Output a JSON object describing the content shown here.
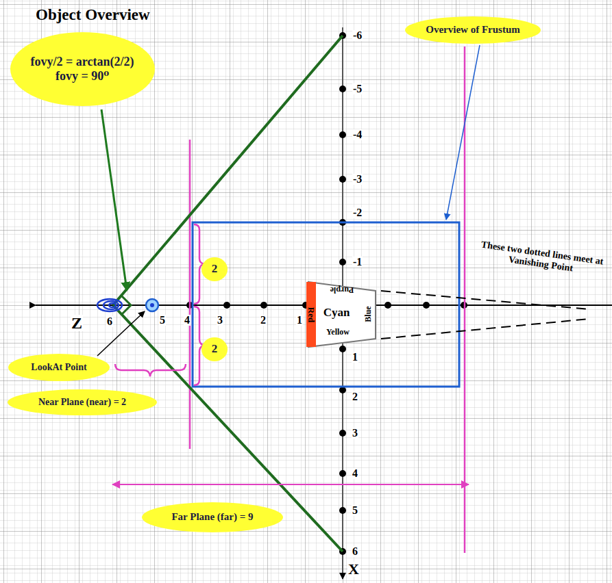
{
  "diagram": {
    "title": "Object Overview",
    "nodes": [
      {
        "text": [
          "fovy/2 = arctan(2/2)",
          "fovy = 90⁰"
        ]
      },
      {
        "text": [
          "Overview of Frustum"
        ]
      },
      {
        "text": [
          "2"
        ]
      },
      {
        "text": [
          "2"
        ]
      },
      {
        "text": [
          "LookAt Point"
        ]
      },
      {
        "text": [
          "Near Plane (near) = 2"
        ]
      },
      {
        "text": [
          "Far Plane (far) = 9"
        ]
      },
      {
        "text": [
          "Purple",
          "Red",
          "Cyan",
          "Blue",
          "Yellow"
        ]
      }
    ],
    "labels": [
      "6",
      "5",
      "4",
      "3",
      "2",
      "1",
      "Z",
      "-6",
      "-5",
      "-4",
      "-3",
      "-2",
      "-1",
      "1",
      "2",
      "3",
      "4",
      "5",
      "6",
      "X",
      "These two dotted lines meet at Vanishing Point"
    ]
  }
}
